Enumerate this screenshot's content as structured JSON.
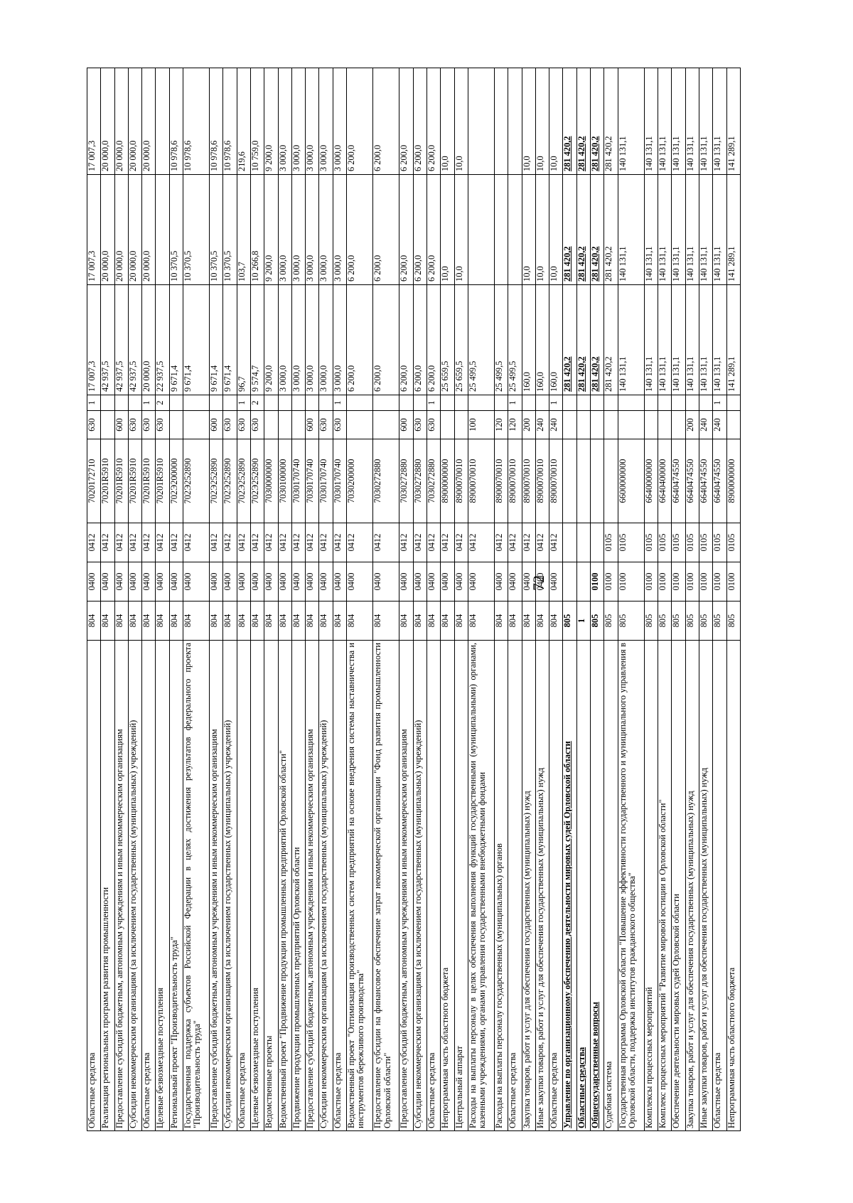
{
  "page": {
    "number": "72"
  },
  "table": {
    "rows": [
      {
        "name": "Областные средства",
        "adm": "804",
        "razd": "0400",
        "podr": "0412",
        "csr": "7020172710",
        "vr": "630",
        "src": "1",
        "v1": "17 007,3",
        "v2": "17 007,3",
        "v3": "17 007,3"
      },
      {
        "name": "Реализация региональных программ развития промышленности",
        "adm": "804",
        "razd": "0400",
        "podr": "0412",
        "csr": "70201R5910",
        "vr": "",
        "src": "",
        "v1": "42 937,5",
        "v2": "20 000,0",
        "v3": "20 000,0"
      },
      {
        "name": "Предоставление субсидий бюджетным, автономным учреждениям и иным некоммерческим организациям",
        "adm": "804",
        "razd": "0400",
        "podr": "0412",
        "csr": "70201R5910",
        "vr": "600",
        "src": "",
        "v1": "42 937,5",
        "v2": "20 000,0",
        "v3": "20 000,0"
      },
      {
        "name": "Субсидии некоммерческим организациям (за исключением государственных (муниципальных) учреждений)",
        "adm": "804",
        "razd": "0400",
        "podr": "0412",
        "csr": "70201R5910",
        "vr": "630",
        "src": "",
        "v1": "42 937,5",
        "v2": "20 000,0",
        "v3": "20 000,0"
      },
      {
        "name": "Областные средства",
        "adm": "804",
        "razd": "0400",
        "podr": "0412",
        "csr": "70201R5910",
        "vr": "630",
        "src": "1",
        "v1": "20 000,0",
        "v2": "20 000,0",
        "v3": "20 000,0"
      },
      {
        "name": "Целевые безвозмездные поступления",
        "adm": "804",
        "razd": "0400",
        "podr": "0412",
        "csr": "70201R5910",
        "vr": "630",
        "src": "2",
        "v1": "22 937,5",
        "v2": "",
        "v3": ""
      },
      {
        "name": "Региональный проект \"Производительность труда\"",
        "adm": "804",
        "razd": "0400",
        "podr": "0412",
        "csr": "702Э200000",
        "vr": "",
        "src": "",
        "v1": "9 671,4",
        "v2": "10 370,5",
        "v3": "10 978,6"
      },
      {
        "name": "Государственная поддержка субъектов Российской Федерации в целях достижения результатов федерального проекта \"Производительность труда\"",
        "adm": "804",
        "razd": "0400",
        "podr": "0412",
        "csr": "702Э252890",
        "vr": "",
        "src": "",
        "v1": "9 671,4",
        "v2": "10 370,5",
        "v3": "10 978,6"
      },
      {
        "name": "Предоставление субсидий бюджетным, автономным учреждениям и иным некоммерческим организациям",
        "adm": "804",
        "razd": "0400",
        "podr": "0412",
        "csr": "702Э252890",
        "vr": "600",
        "src": "",
        "v1": "9 671,4",
        "v2": "10 370,5",
        "v3": "10 978,6"
      },
      {
        "name": "Субсидии некоммерческим организациям (за исключением государственных (муниципальных) учреждений)",
        "adm": "804",
        "razd": "0400",
        "podr": "0412",
        "csr": "702Э252890",
        "vr": "630",
        "src": "",
        "v1": "9 671,4",
        "v2": "10 370,5",
        "v3": "10 978,6"
      },
      {
        "name": "Областные средства",
        "adm": "804",
        "razd": "0400",
        "podr": "0412",
        "csr": "702Э252890",
        "vr": "630",
        "src": "1",
        "v1": "96,7",
        "v2": "103,7",
        "v3": "219,6"
      },
      {
        "name": "Целевые безвозмездные поступления",
        "adm": "804",
        "razd": "0400",
        "podr": "0412",
        "csr": "702Э252890",
        "vr": "630",
        "src": "2",
        "v1": "9 574,7",
        "v2": "10 266,8",
        "v3": "10 759,0"
      },
      {
        "name": "Ведомственные проекты",
        "adm": "804",
        "razd": "0400",
        "podr": "0412",
        "csr": "7030000000",
        "vr": "",
        "src": "",
        "v1": "9 200,0",
        "v2": "9 200,0",
        "v3": "9 200,0"
      },
      {
        "name": "Ведомственный проект \"Продвижение продукции промышленных предприятий Орловской области\"",
        "adm": "804",
        "razd": "0400",
        "podr": "0412",
        "csr": "7030100000",
        "vr": "",
        "src": "",
        "v1": "3 000,0",
        "v2": "3 000,0",
        "v3": "3 000,0"
      },
      {
        "name": "Продвижение продукции промышленных предприятий Орловской области",
        "adm": "804",
        "razd": "0400",
        "podr": "0412",
        "csr": "7030170740",
        "vr": "",
        "src": "",
        "v1": "3 000,0",
        "v2": "3 000,0",
        "v3": "3 000,0"
      },
      {
        "name": "Предоставление субсидий бюджетным, автономным учреждениям и иным некоммерческим организациям",
        "adm": "804",
        "razd": "0400",
        "podr": "0412",
        "csr": "7030170740",
        "vr": "600",
        "src": "",
        "v1": "3 000,0",
        "v2": "3 000,0",
        "v3": "3 000,0"
      },
      {
        "name": "Субсидии некоммерческим организациям (за исключением государственных (муниципальных) учреждений)",
        "adm": "804",
        "razd": "0400",
        "podr": "0412",
        "csr": "7030170740",
        "vr": "630",
        "src": "",
        "v1": "3 000,0",
        "v2": "3 000,0",
        "v3": "3 000,0"
      },
      {
        "name": "Областные средства",
        "adm": "804",
        "razd": "0400",
        "podr": "0412",
        "csr": "7030170740",
        "vr": "630",
        "src": "1",
        "v1": "3 000,0",
        "v2": "3 000,0",
        "v3": "3 000,0"
      },
      {
        "name": "Ведомственный проект \"Оптимизация производственных систем предприятий на основе внедрения системы наставничества и инструментов бережливого производства\"",
        "adm": "804",
        "razd": "0400",
        "podr": "0412",
        "csr": "7030200000",
        "vr": "",
        "src": "",
        "v1": "6 200,0",
        "v2": "6 200,0",
        "v3": "6 200,0"
      },
      {
        "name": "Предоставление субсидии на финансовое обеспечение затрат некоммерческой организации \"Фонд развития промышленности Орловской области\"",
        "adm": "804",
        "razd": "0400",
        "podr": "0412",
        "csr": "7030272880",
        "vr": "",
        "src": "",
        "v1": "6 200,0",
        "v2": "6 200,0",
        "v3": "6 200,0"
      },
      {
        "name": "Предоставление субсидий бюджетным, автономным учреждениям и иным некоммерческим организациям",
        "adm": "804",
        "razd": "0400",
        "podr": "0412",
        "csr": "7030272880",
        "vr": "600",
        "src": "",
        "v1": "6 200,0",
        "v2": "6 200,0",
        "v3": "6 200,0"
      },
      {
        "name": "Субсидии некоммерческим организациям (за исключением государственных (муниципальных) учреждений)",
        "adm": "804",
        "razd": "0400",
        "podr": "0412",
        "csr": "7030272880",
        "vr": "630",
        "src": "",
        "v1": "6 200,0",
        "v2": "6 200,0",
        "v3": "6 200,0"
      },
      {
        "name": "Областные средства",
        "adm": "804",
        "razd": "0400",
        "podr": "0412",
        "csr": "7030272880",
        "vr": "630",
        "src": "1",
        "v1": "6 200,0",
        "v2": "6 200,0",
        "v3": "6 200,0"
      },
      {
        "name": "Непрограммная часть областного бюджета",
        "adm": "804",
        "razd": "0400",
        "podr": "0412",
        "csr": "8900000000",
        "vr": "",
        "src": "",
        "v1": "25 659,5",
        "v2": "10,0",
        "v3": "10,0"
      },
      {
        "name": "Центральный аппарат",
        "adm": "804",
        "razd": "0400",
        "podr": "0412",
        "csr": "8900070010",
        "vr": "",
        "src": "",
        "v1": "25 659,5",
        "v2": "10,0",
        "v3": "10,0"
      },
      {
        "name": "Расходы на выплаты персоналу в целях обеспечения выполнения функций государственными (муниципальными) органами, казенными учреждениями, органами управления государственными внебюджетными фондами",
        "adm": "804",
        "razd": "0400",
        "podr": "0412",
        "csr": "8900070010",
        "vr": "100",
        "src": "",
        "v1": "25 499,5",
        "v2": "",
        "v3": ""
      },
      {
        "name": "Расходы на выплаты персоналу государственных (муниципальных) органов",
        "adm": "804",
        "razd": "0400",
        "podr": "0412",
        "csr": "8900070010",
        "vr": "120",
        "src": "",
        "v1": "25 499,5",
        "v2": "",
        "v3": ""
      },
      {
        "name": "Областные средства",
        "adm": "804",
        "razd": "0400",
        "podr": "0412",
        "csr": "8900070010",
        "vr": "120",
        "src": "1",
        "v1": "25 499,5",
        "v2": "",
        "v3": ""
      },
      {
        "name": "Закупка товаров, работ и услуг для обеспечения государственных (муниципальных) нужд",
        "adm": "804",
        "razd": "0400",
        "podr": "0412",
        "csr": "8900070010",
        "vr": "200",
        "src": "",
        "v1": "160,0",
        "v2": "10,0",
        "v3": "10,0"
      },
      {
        "name": "Иные закупки товаров, работ и услуг для обеспечения государственных (муниципальных) нужд",
        "adm": "804",
        "razd": "0400",
        "podr": "0412",
        "csr": "8900070010",
        "vr": "240",
        "src": "",
        "v1": "160,0",
        "v2": "10,0",
        "v3": "10,0"
      },
      {
        "name": "Областные средства",
        "adm": "804",
        "razd": "0400",
        "podr": "0412",
        "csr": "8900070010",
        "vr": "240",
        "src": "1",
        "v1": "160,0",
        "v2": "10,0",
        "v3": "10,0"
      },
      {
        "name": "Управление по организационному обеспечению деятельности мировых судей Орловской области",
        "adm": "805",
        "razd": "",
        "podr": "",
        "csr": "",
        "vr": "",
        "src": "",
        "v1": "281 420,2",
        "v2": "281 420,2",
        "v3": "281 420,2",
        "bold": true
      },
      {
        "name": "Областные средства",
        "adm": "1",
        "razd": "",
        "podr": "",
        "csr": "",
        "vr": "",
        "src": "",
        "v1": "281 420,2",
        "v2": "281 420,2",
        "v3": "281 420,2",
        "bold": true
      },
      {
        "name": "Общегосударственные вопросы",
        "adm": "805",
        "razd": "0100",
        "podr": "",
        "csr": "",
        "vr": "",
        "src": "",
        "v1": "281 420,2",
        "v2": "281 420,2",
        "v3": "281 420,2",
        "bold": true
      },
      {
        "name": "Судебная система",
        "adm": "805",
        "razd": "0100",
        "podr": "0105",
        "csr": "",
        "vr": "",
        "src": "",
        "v1": "281 420,2",
        "v2": "281 420,2",
        "v3": "281 420,2"
      },
      {
        "name": "Государственная программа Орловской области \"Повышение эффективности государственного и муниципального управления в Орловской области, поддержка институтов гражданского общества\"",
        "adm": "805",
        "razd": "0100",
        "podr": "0105",
        "csr": "6600000000",
        "vr": "",
        "src": "",
        "v1": "140 131,1",
        "v2": "140 131,1",
        "v3": "140 131,1"
      },
      {
        "name": "Комплексы процессных мероприятий",
        "adm": "805",
        "razd": "0100",
        "podr": "0105",
        "csr": "6640000000",
        "vr": "",
        "src": "",
        "v1": "140 131,1",
        "v2": "140 131,1",
        "v3": "140 131,1"
      },
      {
        "name": "Комплекс процессных мероприятий \"Развитие мировой юстиции в Орловской области\"",
        "adm": "805",
        "razd": "0100",
        "podr": "0105",
        "csr": "6640400000",
        "vr": "",
        "src": "",
        "v1": "140 131,1",
        "v2": "140 131,1",
        "v3": "140 131,1"
      },
      {
        "name": "Обеспечение деятельности мировых судей Орловской области",
        "adm": "805",
        "razd": "0100",
        "podr": "0105",
        "csr": "6640474550",
        "vr": "",
        "src": "",
        "v1": "140 131,1",
        "v2": "140 131,1",
        "v3": "140 131,1"
      },
      {
        "name": "Закупка товаров, работ и услуг для обеспечения государственных (муниципальных) нужд",
        "adm": "805",
        "razd": "0100",
        "podr": "0105",
        "csr": "6640474550",
        "vr": "200",
        "src": "",
        "v1": "140 131,1",
        "v2": "140 131,1",
        "v3": "140 131,1"
      },
      {
        "name": "Иные закупки товаров, работ и услуг для обеспечения государственных (муниципальных) нужд",
        "adm": "805",
        "razd": "0100",
        "podr": "0105",
        "csr": "6640474550",
        "vr": "240",
        "src": "",
        "v1": "140 131,1",
        "v2": "140 131,1",
        "v3": "140 131,1"
      },
      {
        "name": "Областные средства",
        "adm": "805",
        "razd": "0100",
        "podr": "0105",
        "csr": "6640474550",
        "vr": "240",
        "src": "1",
        "v1": "140 131,1",
        "v2": "140 131,1",
        "v3": "140 131,1"
      },
      {
        "name": "Непрограммная часть областного бюджета",
        "adm": "805",
        "razd": "0100",
        "podr": "0105",
        "csr": "8900000000",
        "vr": "",
        "src": "",
        "v1": "141 289,1",
        "v2": "141 289,1",
        "v3": "141 289,1"
      }
    ]
  }
}
